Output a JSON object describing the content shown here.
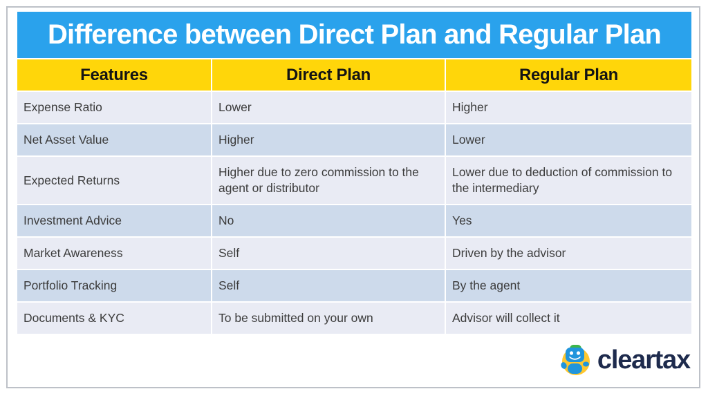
{
  "title": "Difference between Direct Plan and Regular Plan",
  "table": {
    "headers": [
      "Features",
      "Direct Plan",
      "Regular Plan"
    ],
    "rows": [
      {
        "feature": "Expense Ratio",
        "direct": "Lower",
        "regular": "Higher"
      },
      {
        "feature": "Net Asset Value",
        "direct": "Higher",
        "regular": "Lower"
      },
      {
        "feature": "Expected Returns",
        "direct": "Higher due to zero commission to the agent or distributor",
        "regular": "Lower due to deduction of commission to the intermediary"
      },
      {
        "feature": "Investment Advice",
        "direct": "No",
        "regular": "Yes"
      },
      {
        "feature": "Market Awareness",
        "direct": "Self",
        "regular": "Driven by the advisor"
      },
      {
        "feature": "Portfolio Tracking",
        "direct": "Self",
        "regular": "By the agent"
      },
      {
        "feature": "Documents & KYC",
        "direct": "To be submitted on your own",
        "regular": "Advisor will collect it"
      }
    ]
  },
  "logo": {
    "text": "cleartax",
    "mascot": "cleartax-robot-icon"
  },
  "colors": {
    "title_bar": "#2aa2ec",
    "header_row": "#ffd60a",
    "row_light": "#e9ebf4",
    "row_dark": "#cddaeb",
    "title_text": "#ffffff",
    "body_text": "#3c3c3c",
    "logo_text": "#1e2b4d",
    "slide_border": "#bdc1c8"
  }
}
